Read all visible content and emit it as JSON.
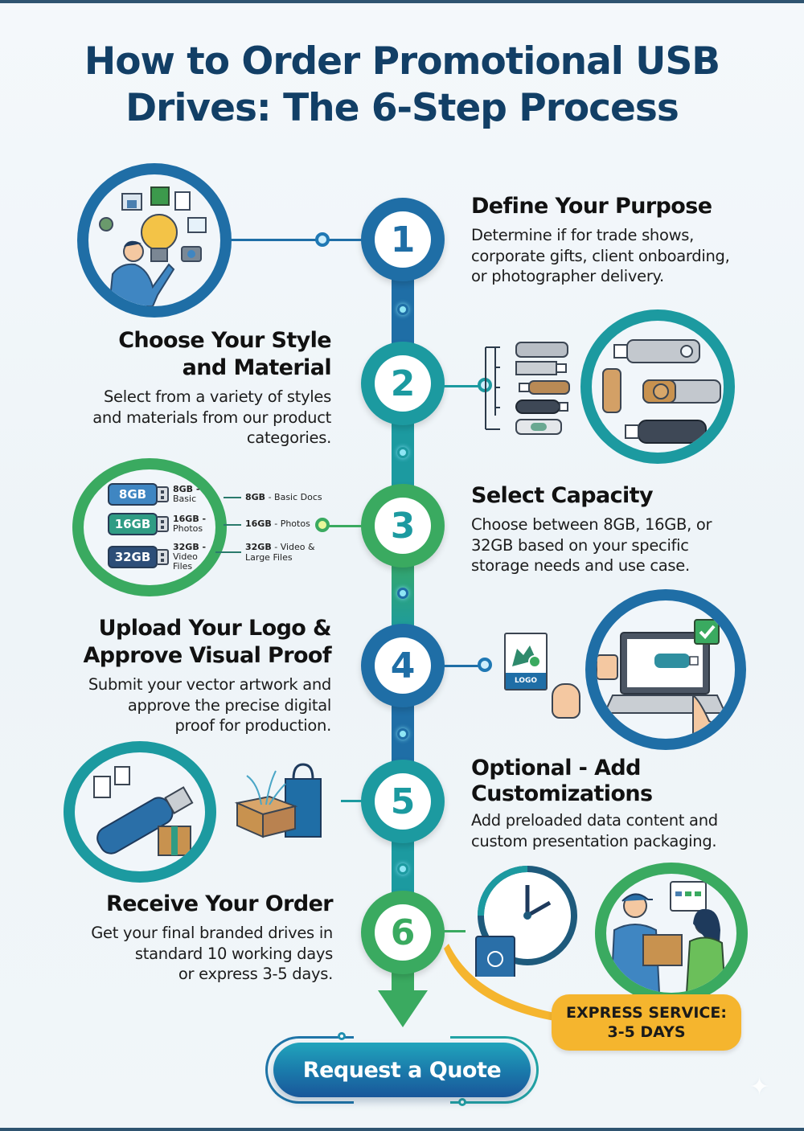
{
  "header": {
    "title_line1": "How to Order Promotional USB",
    "title_line2": "Drives: The 6-Step Process"
  },
  "colors": {
    "title": "#123f66",
    "blue": "#1f6ea6",
    "teal": "#1c9aa0",
    "green": "#3aaa60",
    "orange": "#f5b52e"
  },
  "steps": [
    {
      "number": "1",
      "title": "Define Your Purpose",
      "description": [
        "Determine if for trade shows,",
        "corporate gifts, client onboarding,",
        "or photographer delivery."
      ],
      "illustration": "person-with-lightbulb-ideas-icon"
    },
    {
      "number": "2",
      "title_lines": [
        "Choose Your Style",
        "and Material"
      ],
      "description": [
        "Select from a variety of styles",
        "and materials from our product",
        "categories."
      ],
      "illustration": "usb-styles-materials-icon"
    },
    {
      "number": "3",
      "title": "Select Capacity",
      "description": [
        "Choose between 8GB, 16GB, or",
        "32GB based on your specific",
        "storage needs and use case."
      ],
      "capacity_options": [
        {
          "drive": "8GB",
          "tag": "8GB -",
          "tag_sub": "Basic",
          "callout_bold": "8GB",
          "callout_rest": " - Basic Docs",
          "color": "#3f86c2"
        },
        {
          "drive": "16GB",
          "tag": "16GB -",
          "tag_sub": "Photos",
          "callout_bold": "16GB",
          "callout_rest": " - Photos",
          "color": "#2f9c84"
        },
        {
          "drive": "32GB",
          "tag": "32GB -",
          "tag_sub": "Video Files",
          "callout_bold": "32GB",
          "callout_rest": " - Video & Large Files",
          "color": "#2d4e78"
        }
      ]
    },
    {
      "number": "4",
      "title_lines": [
        "Upload Your Logo &",
        "Approve Visual Proof"
      ],
      "description": [
        "Submit your vector artwork and",
        "approve the precise digital",
        "proof for production."
      ],
      "logo_file_label": "LOGO",
      "illustration": "laptop-proof-approval-icon"
    },
    {
      "number": "5",
      "title_lines": [
        "Optional - Add",
        "Customizations"
      ],
      "description": [
        "Add preloaded data content and",
        "custom presentation packaging."
      ],
      "illustration": "usb-data-gift-packaging-icon"
    },
    {
      "number": "6",
      "title": "Receive Your Order",
      "description": [
        "Get your final branded drives in",
        "standard 10 working days",
        "or express 3-5 days."
      ],
      "illustration": "delivery-clock-icon"
    }
  ],
  "express_badge": {
    "line1": "EXPRESS SERVICE:",
    "line2": "3-5 DAYS"
  },
  "cta": {
    "label": "Request a Quote"
  }
}
